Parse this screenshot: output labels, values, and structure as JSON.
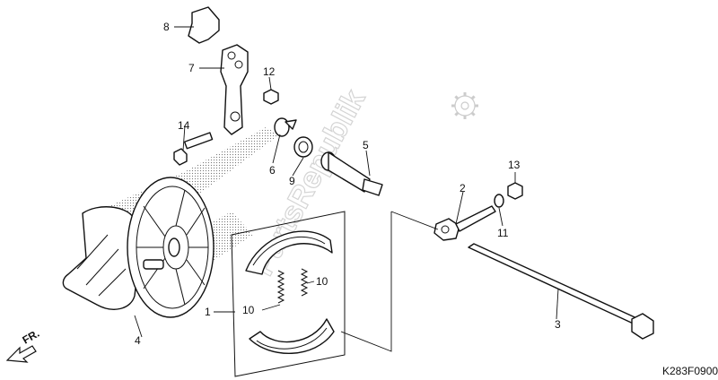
{
  "diagram": {
    "watermark": "PartsRepublik",
    "front_arrow": "FR.",
    "diagram_code": "K283F0900",
    "callouts": [
      {
        "id": "c1",
        "text": "1"
      },
      {
        "id": "c2",
        "text": "2"
      },
      {
        "id": "c3",
        "text": "3"
      },
      {
        "id": "c4",
        "text": "4"
      },
      {
        "id": "c5",
        "text": "5"
      },
      {
        "id": "c6",
        "text": "6"
      },
      {
        "id": "c7",
        "text": "7"
      },
      {
        "id": "c8",
        "text": "8"
      },
      {
        "id": "c9",
        "text": "9"
      },
      {
        "id": "c10a",
        "text": "10"
      },
      {
        "id": "c10b",
        "text": "10"
      },
      {
        "id": "c11",
        "text": "11"
      },
      {
        "id": "c12",
        "text": "12"
      },
      {
        "id": "c13",
        "text": "13"
      },
      {
        "id": "c14",
        "text": "14"
      }
    ]
  }
}
